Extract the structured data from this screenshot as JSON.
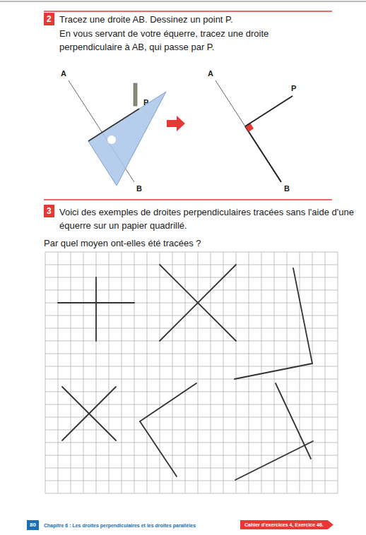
{
  "diagram": {
    "nodes": [
      {
        "text": [
          "2"
        ]
      },
      {
        "text": [
          "3"
        ]
      },
      {
        "text": [
          "80"
        ]
      },
      {
        "text": [
          "Cahier d'exercices 4, Exercice 46."
        ]
      }
    ],
    "labels": [
      "Tracez une droite AB. Dessinez un point P.",
      "En vous servant de votre équerre, tracez une droite perpendiculaire à AB, qui passe par P.",
      "A",
      "P",
      "B",
      "A",
      "P",
      "B",
      "Voici des exemples de droites perpendiculaires tracées sans l'aide d'une équerre sur un papier quadrillé.",
      "Par quel moyen ont-elles été tracées ?",
      "Chapitre 6 : Les droites perpendiculaires et les droites parallèles"
    ]
  }
}
